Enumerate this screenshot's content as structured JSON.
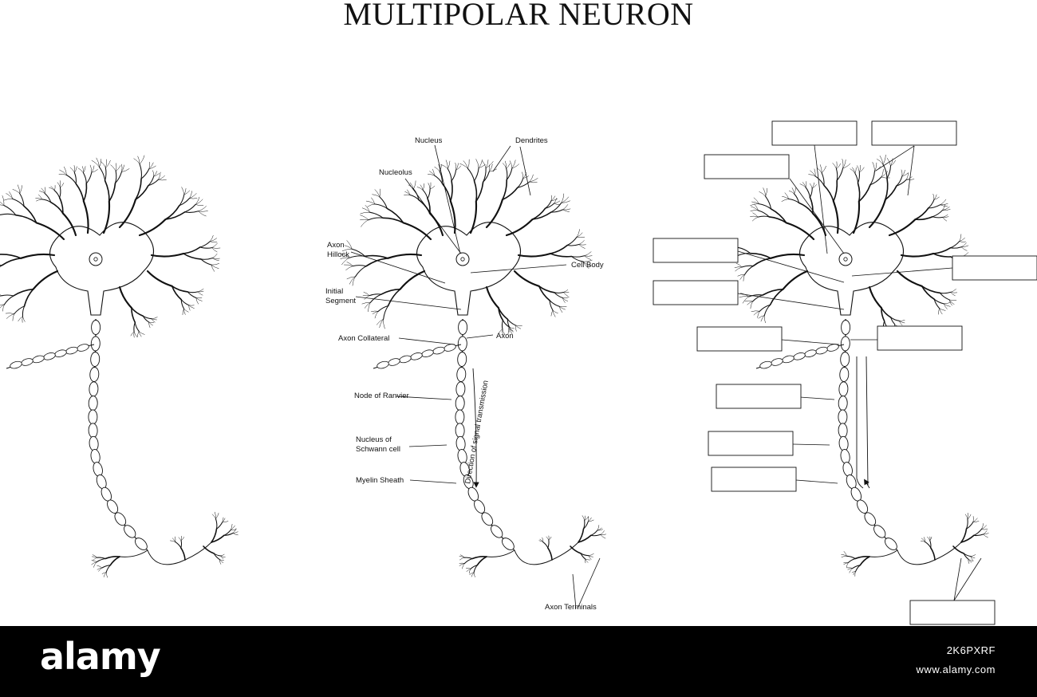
{
  "title": "MULTIPOLAR NEURON",
  "labels": {
    "nucleus": "Nucleus",
    "dendrites": "Dendrites",
    "nucleolus": "Nucleolus",
    "axon_hillock_1": "Axon",
    "axon_hillock_2": "Hillock",
    "cell_body": "Cell Body",
    "initial_segment_1": "Initial",
    "initial_segment_2": "Segment",
    "axon_collateral": "Axon Collateral",
    "axon": "Axon",
    "node_of_ranvier": "Node of Ranvier",
    "schwann_1": "Nucleus of",
    "schwann_2": "Schwann cell",
    "myelin_sheath": "Myelin Sheath",
    "axon_terminals": "Axon Terminals",
    "direction": "Direction of signal transmission"
  },
  "footer": {
    "watermark": "alamy",
    "image_code": "2K6PXRF",
    "url": "www.alamy.com"
  }
}
